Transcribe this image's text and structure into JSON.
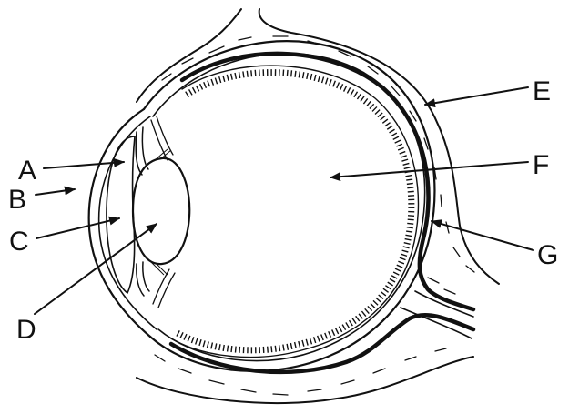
{
  "diagram": {
    "labels": {
      "a": "A",
      "b": "B",
      "c": "C",
      "d": "D",
      "e": "E",
      "f": "F",
      "g": "G"
    }
  },
  "colors": {
    "ink": "#111111",
    "background": "#ffffff"
  }
}
